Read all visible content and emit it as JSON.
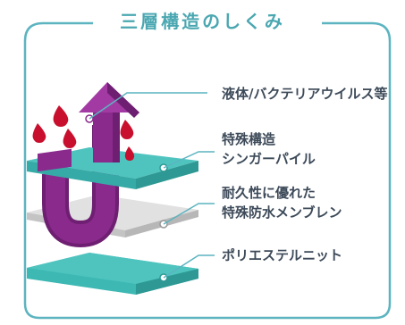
{
  "title": "三層構造のしくみ",
  "labels": {
    "liquid": "液体/バクテリアウイルス等",
    "layer1_line1": "特殊構造",
    "layer1_line2": "シンガーパイル",
    "layer2_line1": "耐久性に優れた",
    "layer2_line2": "特殊防水メンブレン",
    "layer3": "ポリエステルニット"
  },
  "colors": {
    "frame": "#5cb4c0",
    "teal_layer": "#3db8b3",
    "membrane": "#d9d9d9",
    "arrow": "#8a2a8c",
    "blood": "#c8102e",
    "label_text": "#3d4a59"
  },
  "icons": {
    "arrow": "u-turn-arrow-icon",
    "drops": "blood-drop-icon"
  }
}
